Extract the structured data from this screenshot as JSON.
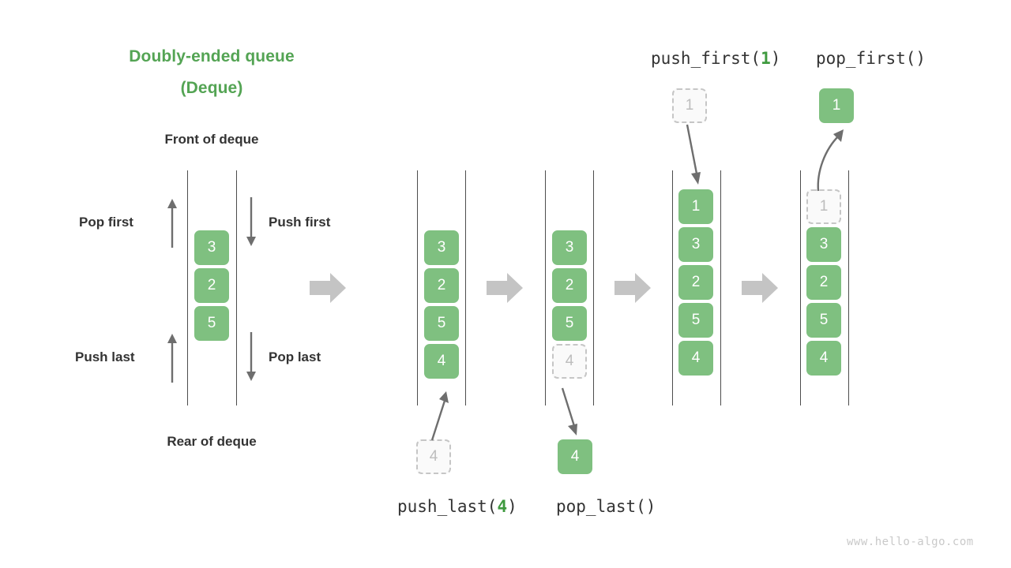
{
  "title": {
    "line1": "Doubly-ended queue",
    "line2": "(Deque)"
  },
  "labels": {
    "front": "Front of deque",
    "rear": "Rear of deque",
    "pop_first": "Pop first",
    "push_first": "Push first",
    "push_last": "Push last",
    "pop_last": "Pop last"
  },
  "operations": {
    "push_first": {
      "name": "push_first(",
      "arg": "1",
      "close": ")"
    },
    "pop_first": {
      "name": "pop_first()",
      "arg": "",
      "close": ""
    },
    "push_last": {
      "name": "push_last(",
      "arg": "4",
      "close": ")"
    },
    "pop_last": {
      "name": "pop_last()",
      "arg": "",
      "close": ""
    }
  },
  "stacks": [
    {
      "id": "initial",
      "cells": [
        {
          "v": "3",
          "state": "solid"
        },
        {
          "v": "2",
          "state": "solid"
        },
        {
          "v": "5",
          "state": "solid"
        }
      ]
    },
    {
      "id": "after-push-last",
      "cells": [
        {
          "v": "3",
          "state": "solid"
        },
        {
          "v": "2",
          "state": "solid"
        },
        {
          "v": "5",
          "state": "solid"
        },
        {
          "v": "4",
          "state": "solid"
        }
      ]
    },
    {
      "id": "after-pop-last",
      "cells": [
        {
          "v": "3",
          "state": "solid"
        },
        {
          "v": "2",
          "state": "solid"
        },
        {
          "v": "5",
          "state": "solid"
        },
        {
          "v": "4",
          "state": "ghost"
        }
      ]
    },
    {
      "id": "after-push-first",
      "cells": [
        {
          "v": "1",
          "state": "solid"
        },
        {
          "v": "3",
          "state": "solid"
        },
        {
          "v": "2",
          "state": "solid"
        },
        {
          "v": "5",
          "state": "solid"
        },
        {
          "v": "4",
          "state": "solid"
        }
      ]
    },
    {
      "id": "after-pop-first",
      "cells": [
        {
          "v": "1",
          "state": "ghost"
        },
        {
          "v": "3",
          "state": "solid"
        },
        {
          "v": "2",
          "state": "solid"
        },
        {
          "v": "5",
          "state": "solid"
        },
        {
          "v": "4",
          "state": "solid"
        }
      ]
    }
  ],
  "floating_cells": {
    "push_last_in": {
      "v": "4",
      "state": "ghost"
    },
    "pop_last_out": {
      "v": "4",
      "state": "solid"
    },
    "push_first_in": {
      "v": "1",
      "state": "ghost"
    },
    "pop_first_out": {
      "v": "1",
      "state": "solid"
    }
  },
  "watermark": "www.hello-algo.com",
  "colors": {
    "green_fill": "#7fc080",
    "green_title": "#54a454",
    "green_arg": "#3f9a3f",
    "ghost_border": "#c6c6c6",
    "ghost_fill": "#fafafa",
    "ghost_text": "#bdbdbd",
    "rail": "#4d4d4d",
    "block_arrow": "#c4c4c4",
    "thin_arrow": "#6e6e6e",
    "text": "#333333",
    "watermark": "#c9c9c9"
  }
}
